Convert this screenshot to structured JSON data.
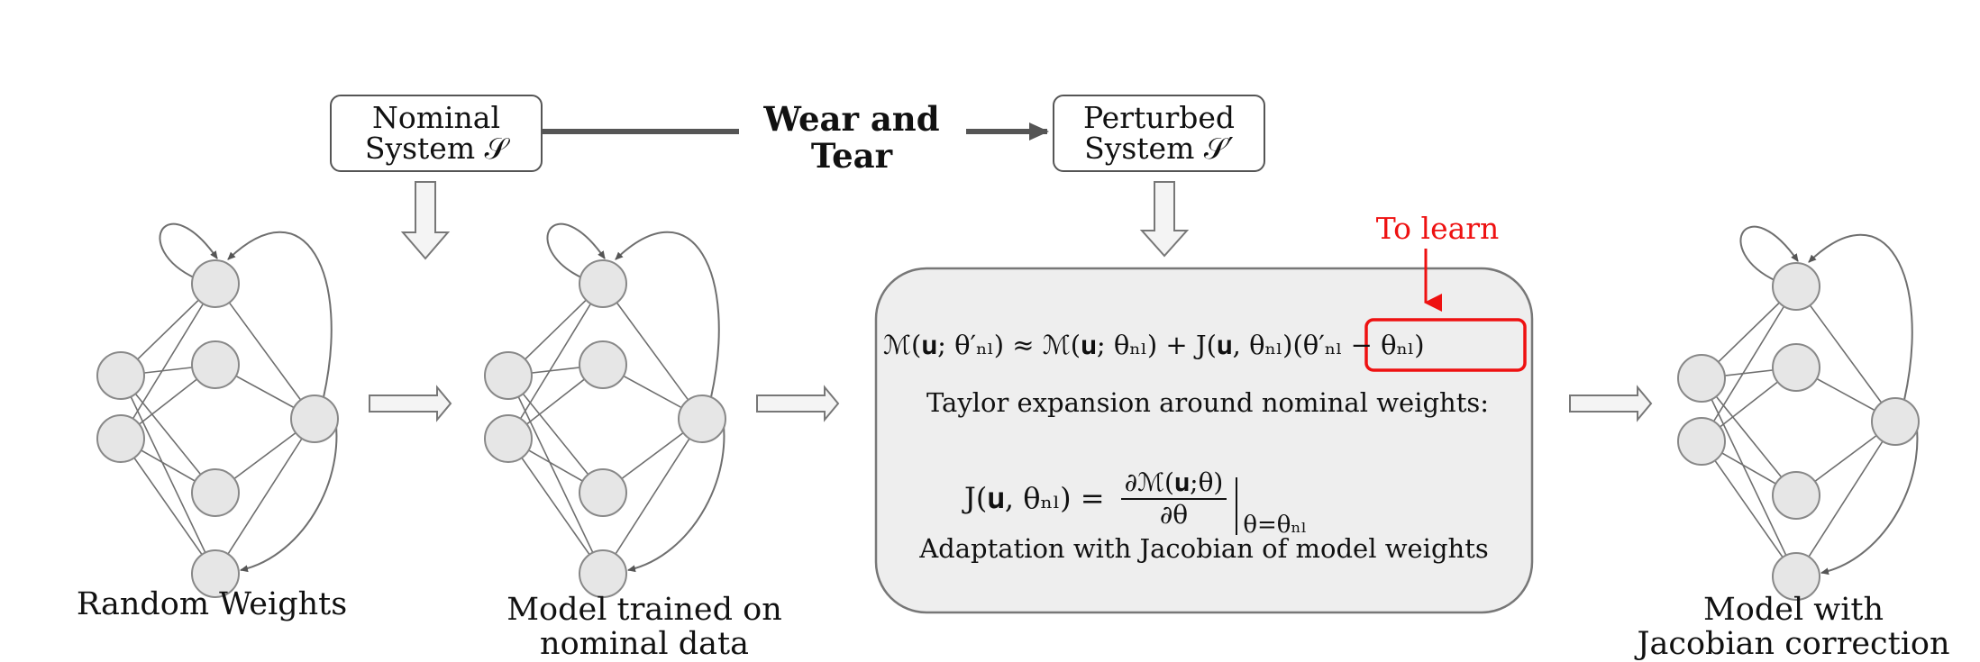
{
  "nominal_system": {
    "line1": "Nominal",
    "line2": "System 𝒮"
  },
  "perturbed_system": {
    "line1": "Perturbed",
    "line2": "System 𝒮′"
  },
  "wear_tear": {
    "line1": "Wear and",
    "line2": "Tear"
  },
  "to_learn": "To learn",
  "adaptation_box": {
    "taylor_text": "Taylor expansion around nominal weights:",
    "adaptation_text": "Adaptation with Jacobian of model weights",
    "equation_main_lhs": "ℳ(𝐮; θ′ₙₗ) ≈ ℳ(𝐮; θₙₗ) + J(𝐮, θₙₗ)",
    "equation_main_learn": "(θ′ₙₗ − θₙₗ)",
    "jacobian_lhs": "J(𝐮, θₙₗ) =",
    "jacobian_num": "∂ℳ(𝐮;θ)",
    "jacobian_den": "∂θ",
    "jacobian_eval": "θ=θₙₗ"
  },
  "captions": {
    "random": "Random Weights",
    "trained_1": "Model trained on",
    "trained_2": "nominal data",
    "jacobian_1": "Model with",
    "jacobian_2": "Jacobian correction"
  },
  "colors": {
    "node_fill": "#e6e6e6",
    "line": "#6f6f6f",
    "box_fill": "#eeeeee",
    "accent": "#ee1111"
  }
}
